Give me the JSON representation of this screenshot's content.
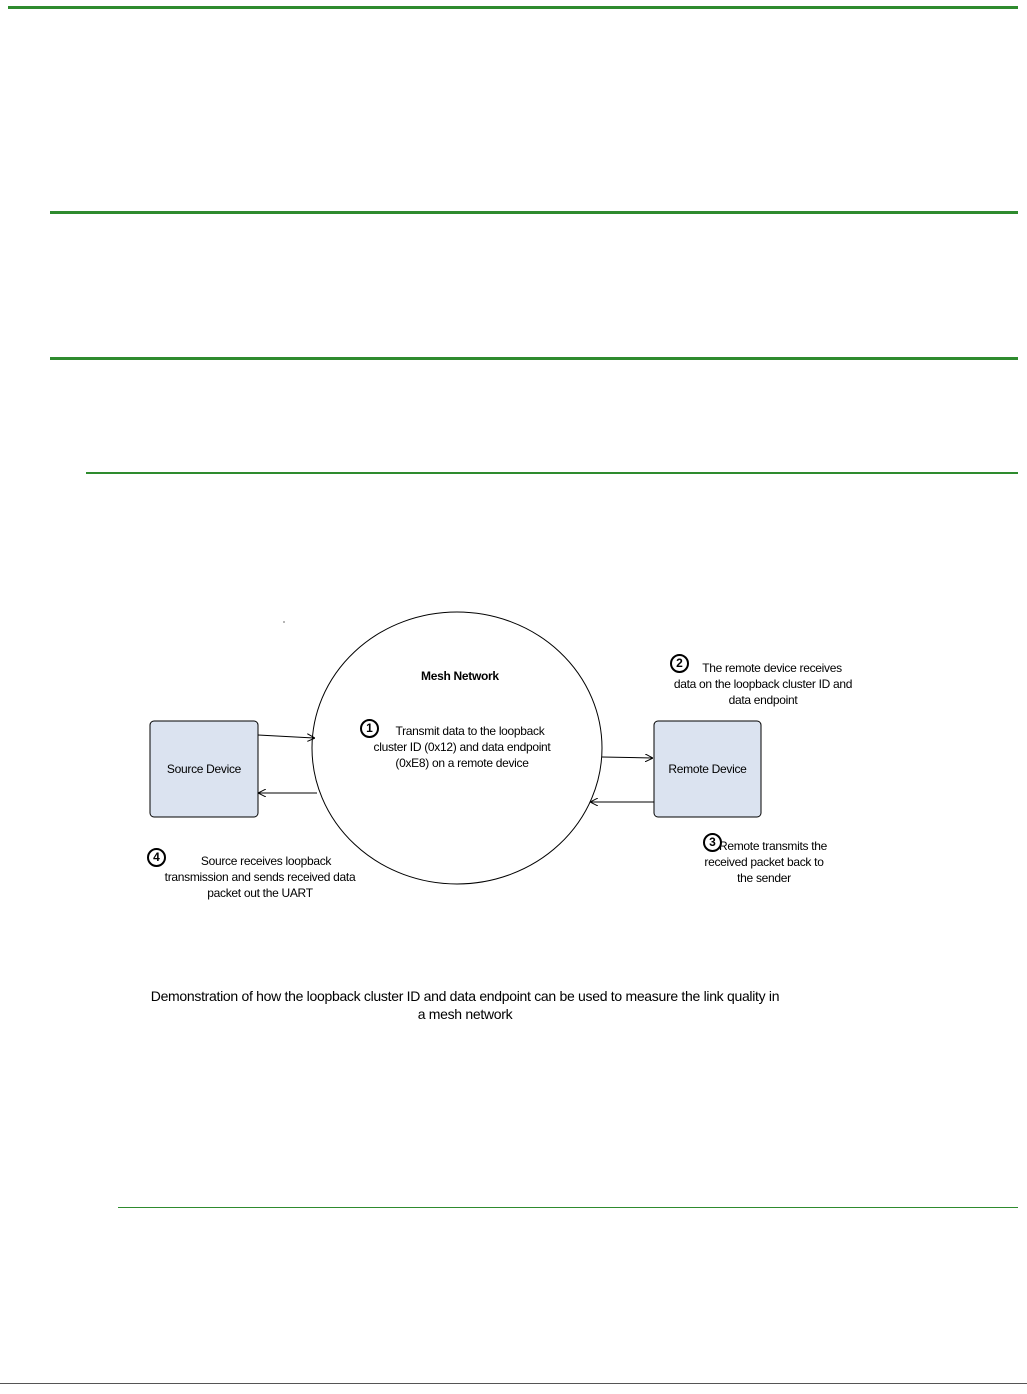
{
  "diagram": {
    "mesh_label": "Mesh Network",
    "source_label": "Source Device",
    "remote_label": "Remote Device",
    "steps": [
      {
        "num": "1",
        "text": "Transmit data to the loopback cluster ID (0x12) and data endpoint  (0xE8) on a remote device"
      },
      {
        "num": "2",
        "text": "The remote device receives data on the loopback cluster ID and data endpoint"
      },
      {
        "num": "3",
        "text": "Remote transmits the received packet back to the sender"
      },
      {
        "num": "4",
        "text": "Source receives loopback transmission and sends received data packet out the UART"
      }
    ],
    "caption": "Demonstration of how the loopback cluster ID and data endpoint can be used to measure the link quality in a mesh network"
  }
}
